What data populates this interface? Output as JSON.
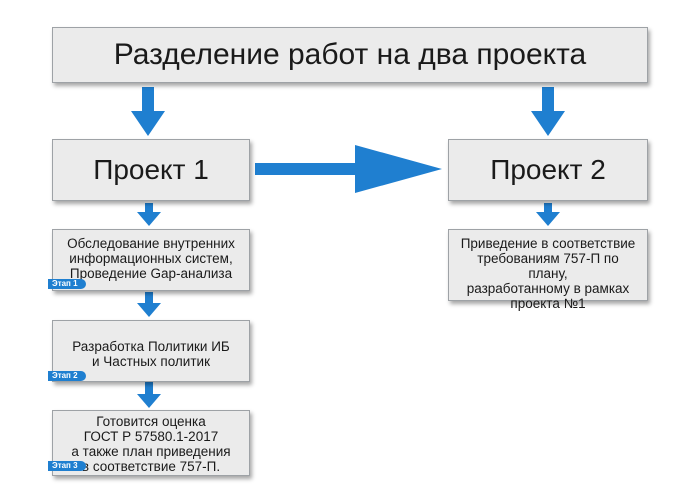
{
  "title": "Разделение работ на два проекта",
  "project1": {
    "title": "Проект 1",
    "stages": [
      {
        "text": "Обследование внутренних\nинформационных систем,\nПроведение Gap-анализа",
        "badge": "Этап 1"
      },
      {
        "text": "Разработка Политики ИБ\nи Частных политик",
        "badge": "Этап 2"
      },
      {
        "text": "Готовится оценка\nГОСТ Р 57580.1-2017\nа также план приведения\nв соответствие 757-П.",
        "badge": "Этап 3"
      }
    ]
  },
  "project2": {
    "title": "Проект 2",
    "text": "Приведение в соответствие\nтребованиям 757-П по плану,\nразработанному в рамках\nпроекта №1"
  },
  "colors": {
    "arrow": "#1f7fd0",
    "box_fill": "#ebebeb",
    "box_border": "#9ea2a6",
    "badge": "#1f7fd0"
  }
}
